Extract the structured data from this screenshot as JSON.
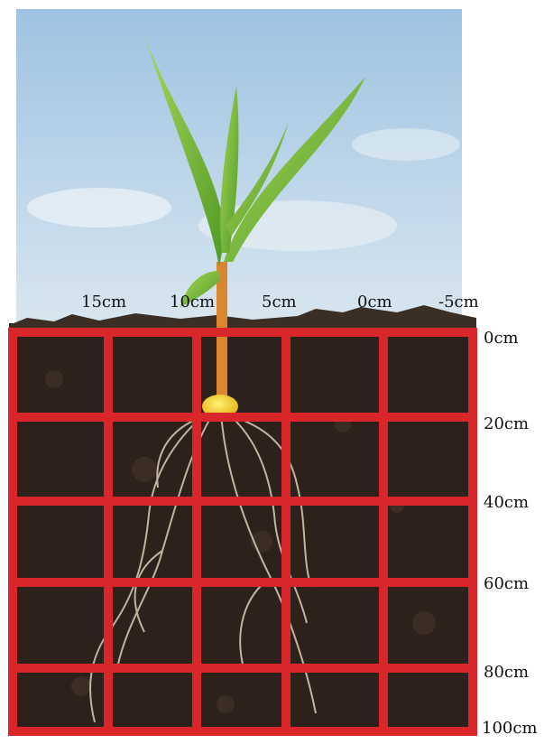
{
  "figure": {
    "horizontal_labels": [
      "15cm",
      "10cm",
      "5cm",
      "0cm",
      "-5cm"
    ],
    "depth_labels": [
      "0cm",
      "20cm",
      "40cm",
      "60cm",
      "80cm",
      "100cm"
    ],
    "colors": {
      "grid": "#d8262b",
      "sky": "#b9d4ea",
      "soil": "#2c211b",
      "stem": "#d9862e",
      "leaf": "#7bbf3a",
      "seed": "#f2cf1b",
      "root": "#d9cfb8"
    }
  }
}
